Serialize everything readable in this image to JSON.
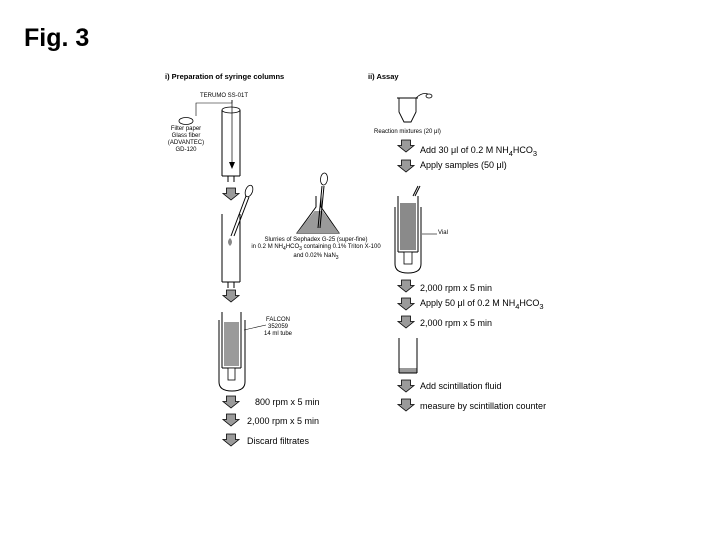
{
  "figure": {
    "title": "Fig. 3"
  },
  "left": {
    "heading": "i) Preparation of syringe columns",
    "syringe_label": "TERUMO SS-01T",
    "filter_lines": [
      "Filter paper",
      "Glass fiber",
      "(ADVANTEC)",
      "GD-120"
    ],
    "tube_lines": [
      "FALCON",
      "352059",
      "14 ml tube"
    ],
    "steps": [
      "800 rpm x 5 min",
      "2,000 rpm x 5 min",
      "Discard filtrates"
    ]
  },
  "slurry": {
    "line1": "Slurries of Sephadex G-25 (super-fine)",
    "line2_pre": "in 0.2 M NH",
    "line2_sub1": "4",
    "line2_mid": "HCO",
    "line2_sub2": "3",
    "line2_post": " containing 0.1% Triton X-100",
    "line3_pre": "and 0.02% NaN",
    "line3_sub": "3"
  },
  "right": {
    "heading": "ii) Assay",
    "reaction_pre": "Reaction mixtures (20 ",
    "mu": "μ",
    "reaction_post": "l)",
    "add1_pre": "Add  30 ",
    "add1_mid": "l of 0.2 M NH",
    "sub4": "4",
    "hco": "HCO",
    "sub3": "3",
    "apply_samples_pre": "Apply  samples (50 ",
    "apply_samples_post": "l)",
    "vial_label": "Vial",
    "spin1": "2,000 rpm x 5 min",
    "apply2_pre": "Apply  50 ",
    "apply2_mid": "l of 0.2 M NH",
    "spin2": "2,000 rpm x 5 min",
    "scint": "Add scintillation fluid",
    "measure": "measure by scintillation counter"
  }
}
